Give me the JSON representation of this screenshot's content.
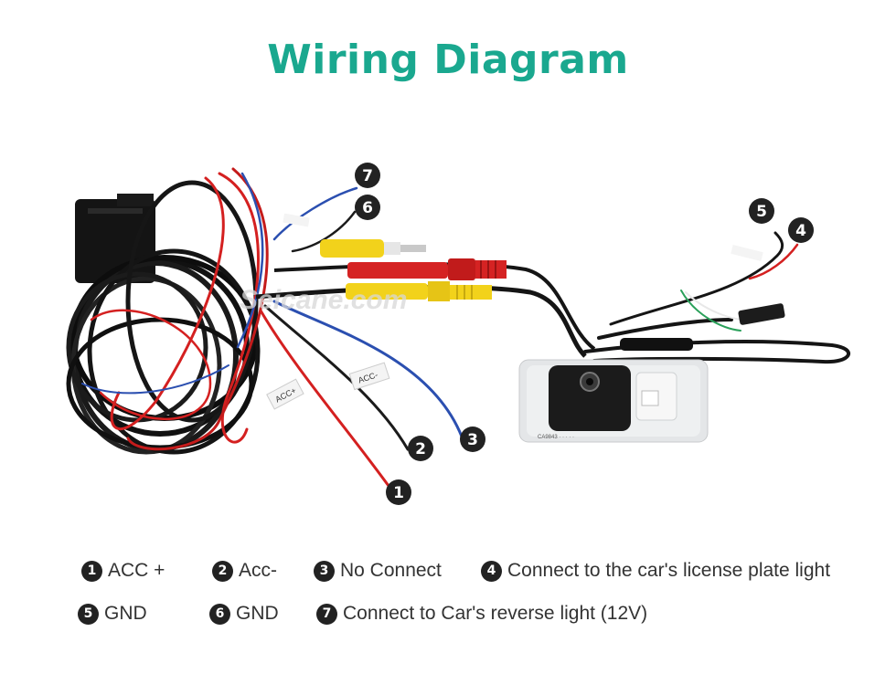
{
  "title": "Wiring Diagram",
  "watermark": "Seicane.com",
  "wire_tags": {
    "acc_plus": "ACC+",
    "acc_minus": "ACC-"
  },
  "markers": [
    "1",
    "2",
    "3",
    "4",
    "5",
    "6",
    "7"
  ],
  "legend": [
    {
      "num": "1",
      "label": "ACC +"
    },
    {
      "num": "2",
      "label": "Acc-"
    },
    {
      "num": "3",
      "label": "No Connect"
    },
    {
      "num": "4",
      "label": "Connect to the car's license plate light"
    },
    {
      "num": "5",
      "label": "GND"
    },
    {
      "num": "6",
      "label": "GND"
    },
    {
      "num": "7",
      "label": "Connect to Car's reverse light (12V)"
    }
  ],
  "colors": {
    "title": "#1aa88f",
    "red_wire": "#d42020",
    "black_wire": "#1b1b1b",
    "blue_wire": "#2b4fb0",
    "yellow_rca": "#f2d21b",
    "red_rca": "#d52323",
    "green_wire": "#2aa05a"
  }
}
